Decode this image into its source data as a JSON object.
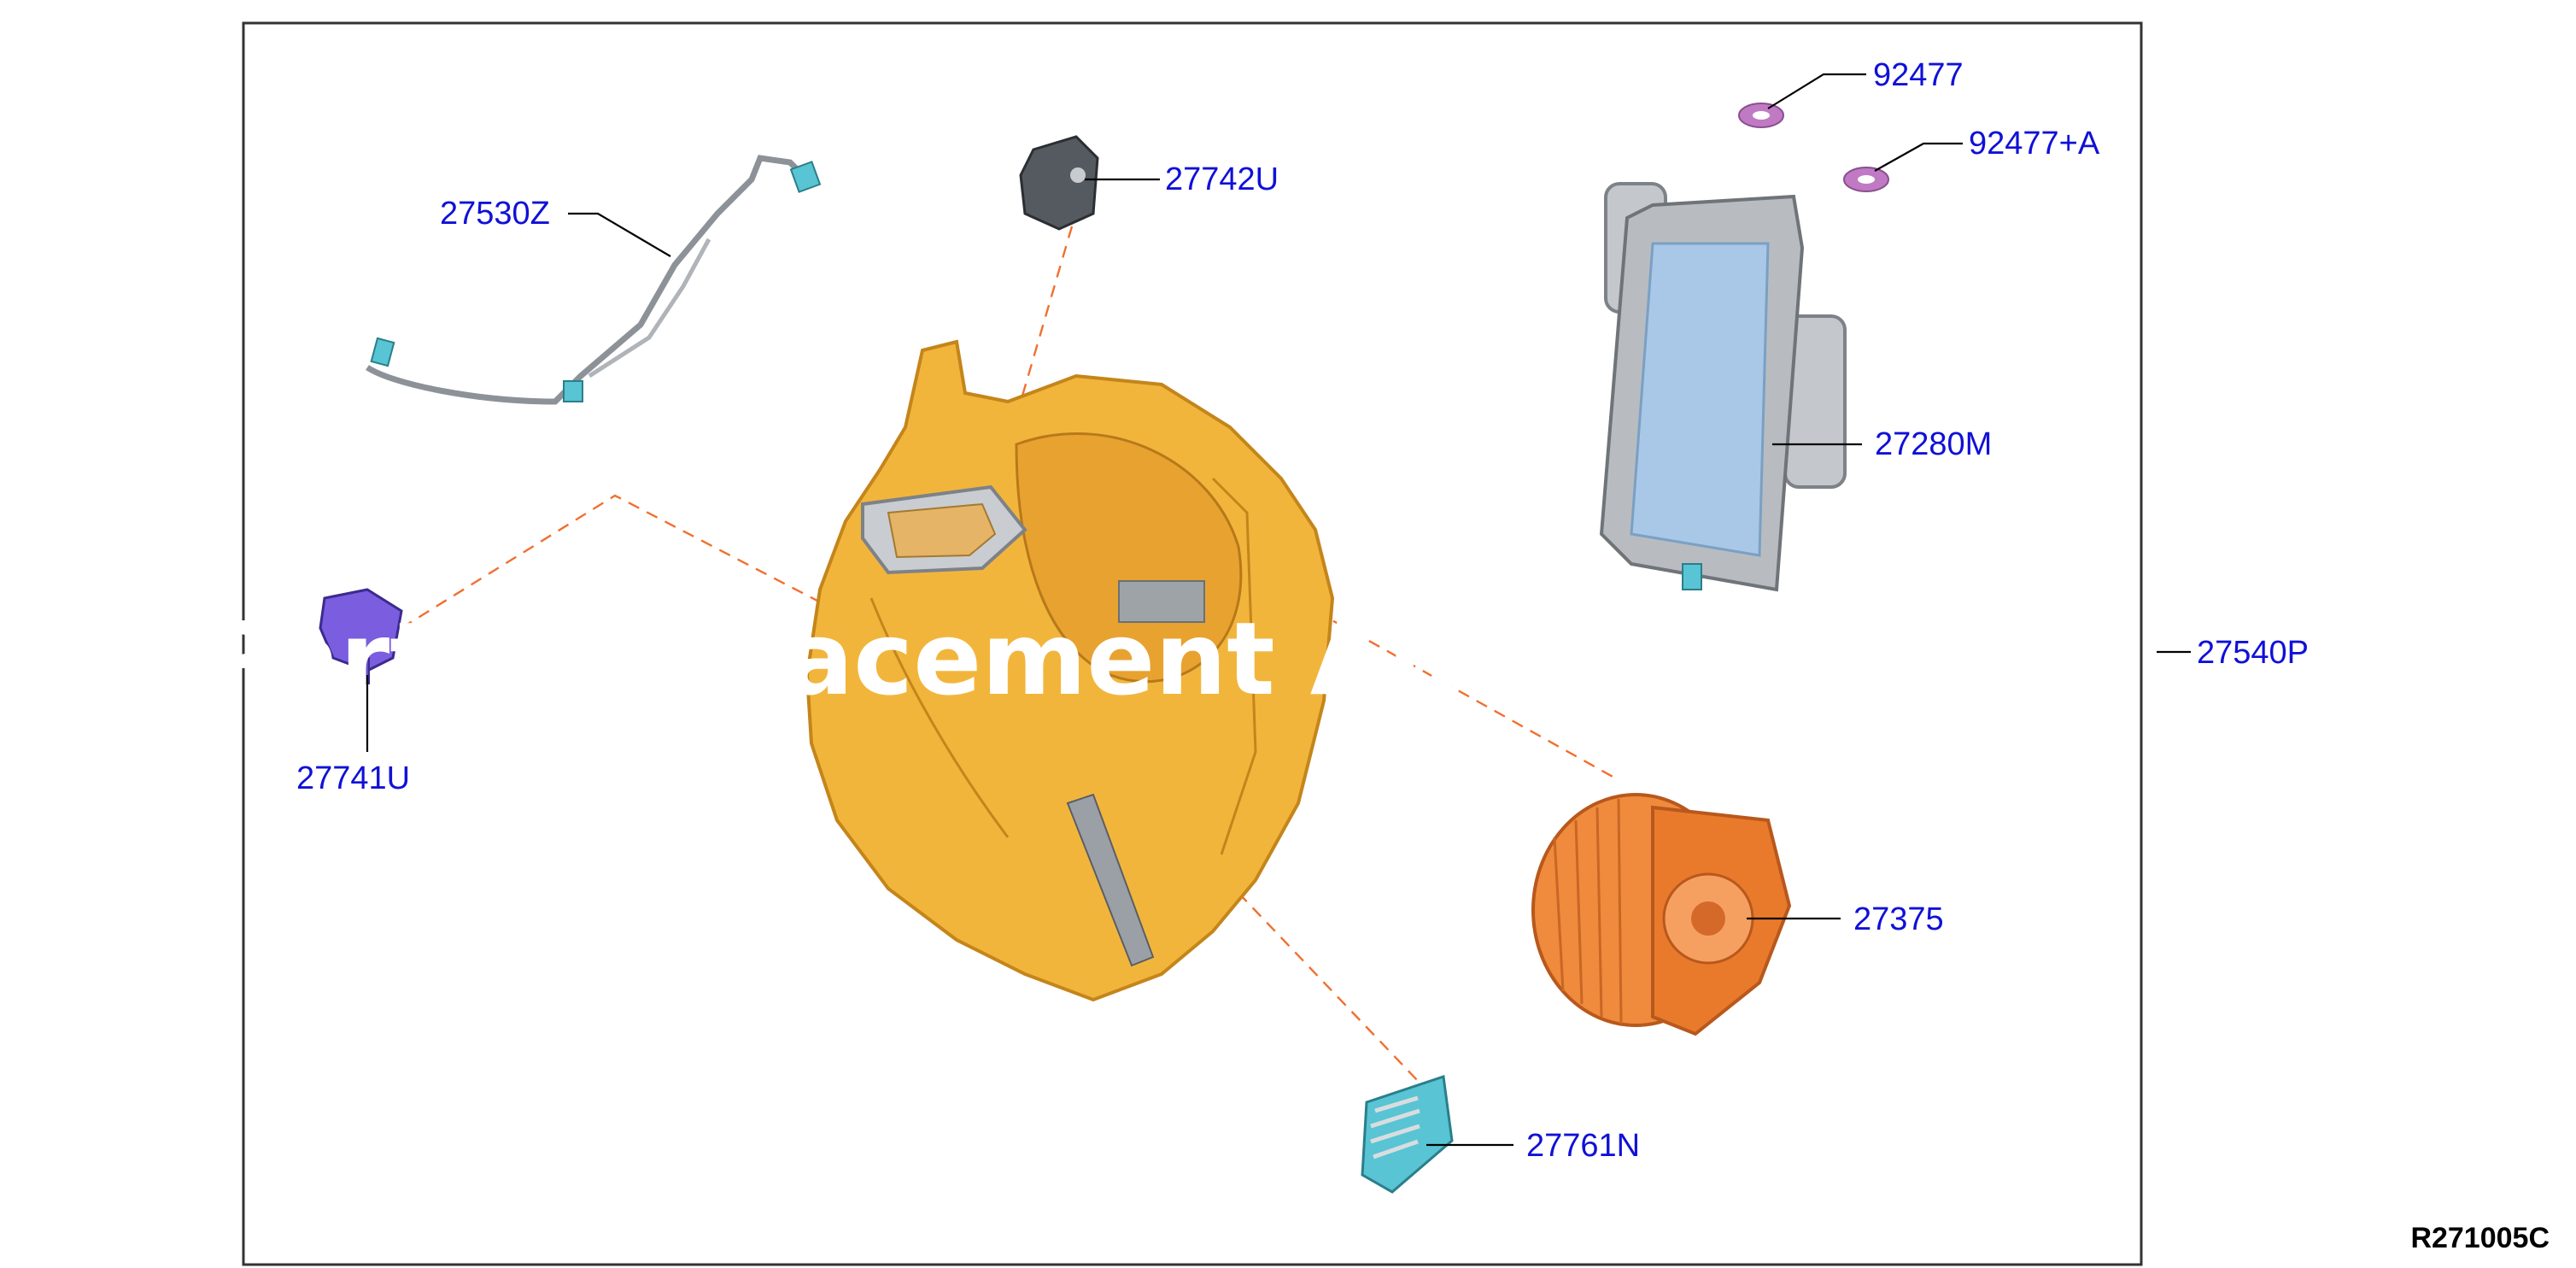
{
  "diagram": {
    "code": "R271005C",
    "watermark": "Parts Replacement Auto Parts",
    "parts": [
      {
        "number": "92477",
        "item": "o-ring"
      },
      {
        "number": "92477+A",
        "item": "o-ring"
      },
      {
        "number": "27742U",
        "item": "actuator"
      },
      {
        "number": "27530Z",
        "item": "harness"
      },
      {
        "number": "27280M",
        "item": "evaporator"
      },
      {
        "number": "27741U",
        "item": "actuator"
      },
      {
        "number": "27375",
        "item": "blower-motor"
      },
      {
        "number": "27761N",
        "item": "resistor"
      },
      {
        "number": "27540P",
        "item": "offframe"
      }
    ]
  },
  "colors": {
    "label": "#1010d8",
    "housing": "#f2b53c",
    "blower": "#f08a3c",
    "evaporator_core": "#a9c7e6",
    "connector": "#58c4d4",
    "actuator_left": "#7b5de0",
    "oring": "#c07ac4",
    "callout_dash": "#f07030"
  }
}
